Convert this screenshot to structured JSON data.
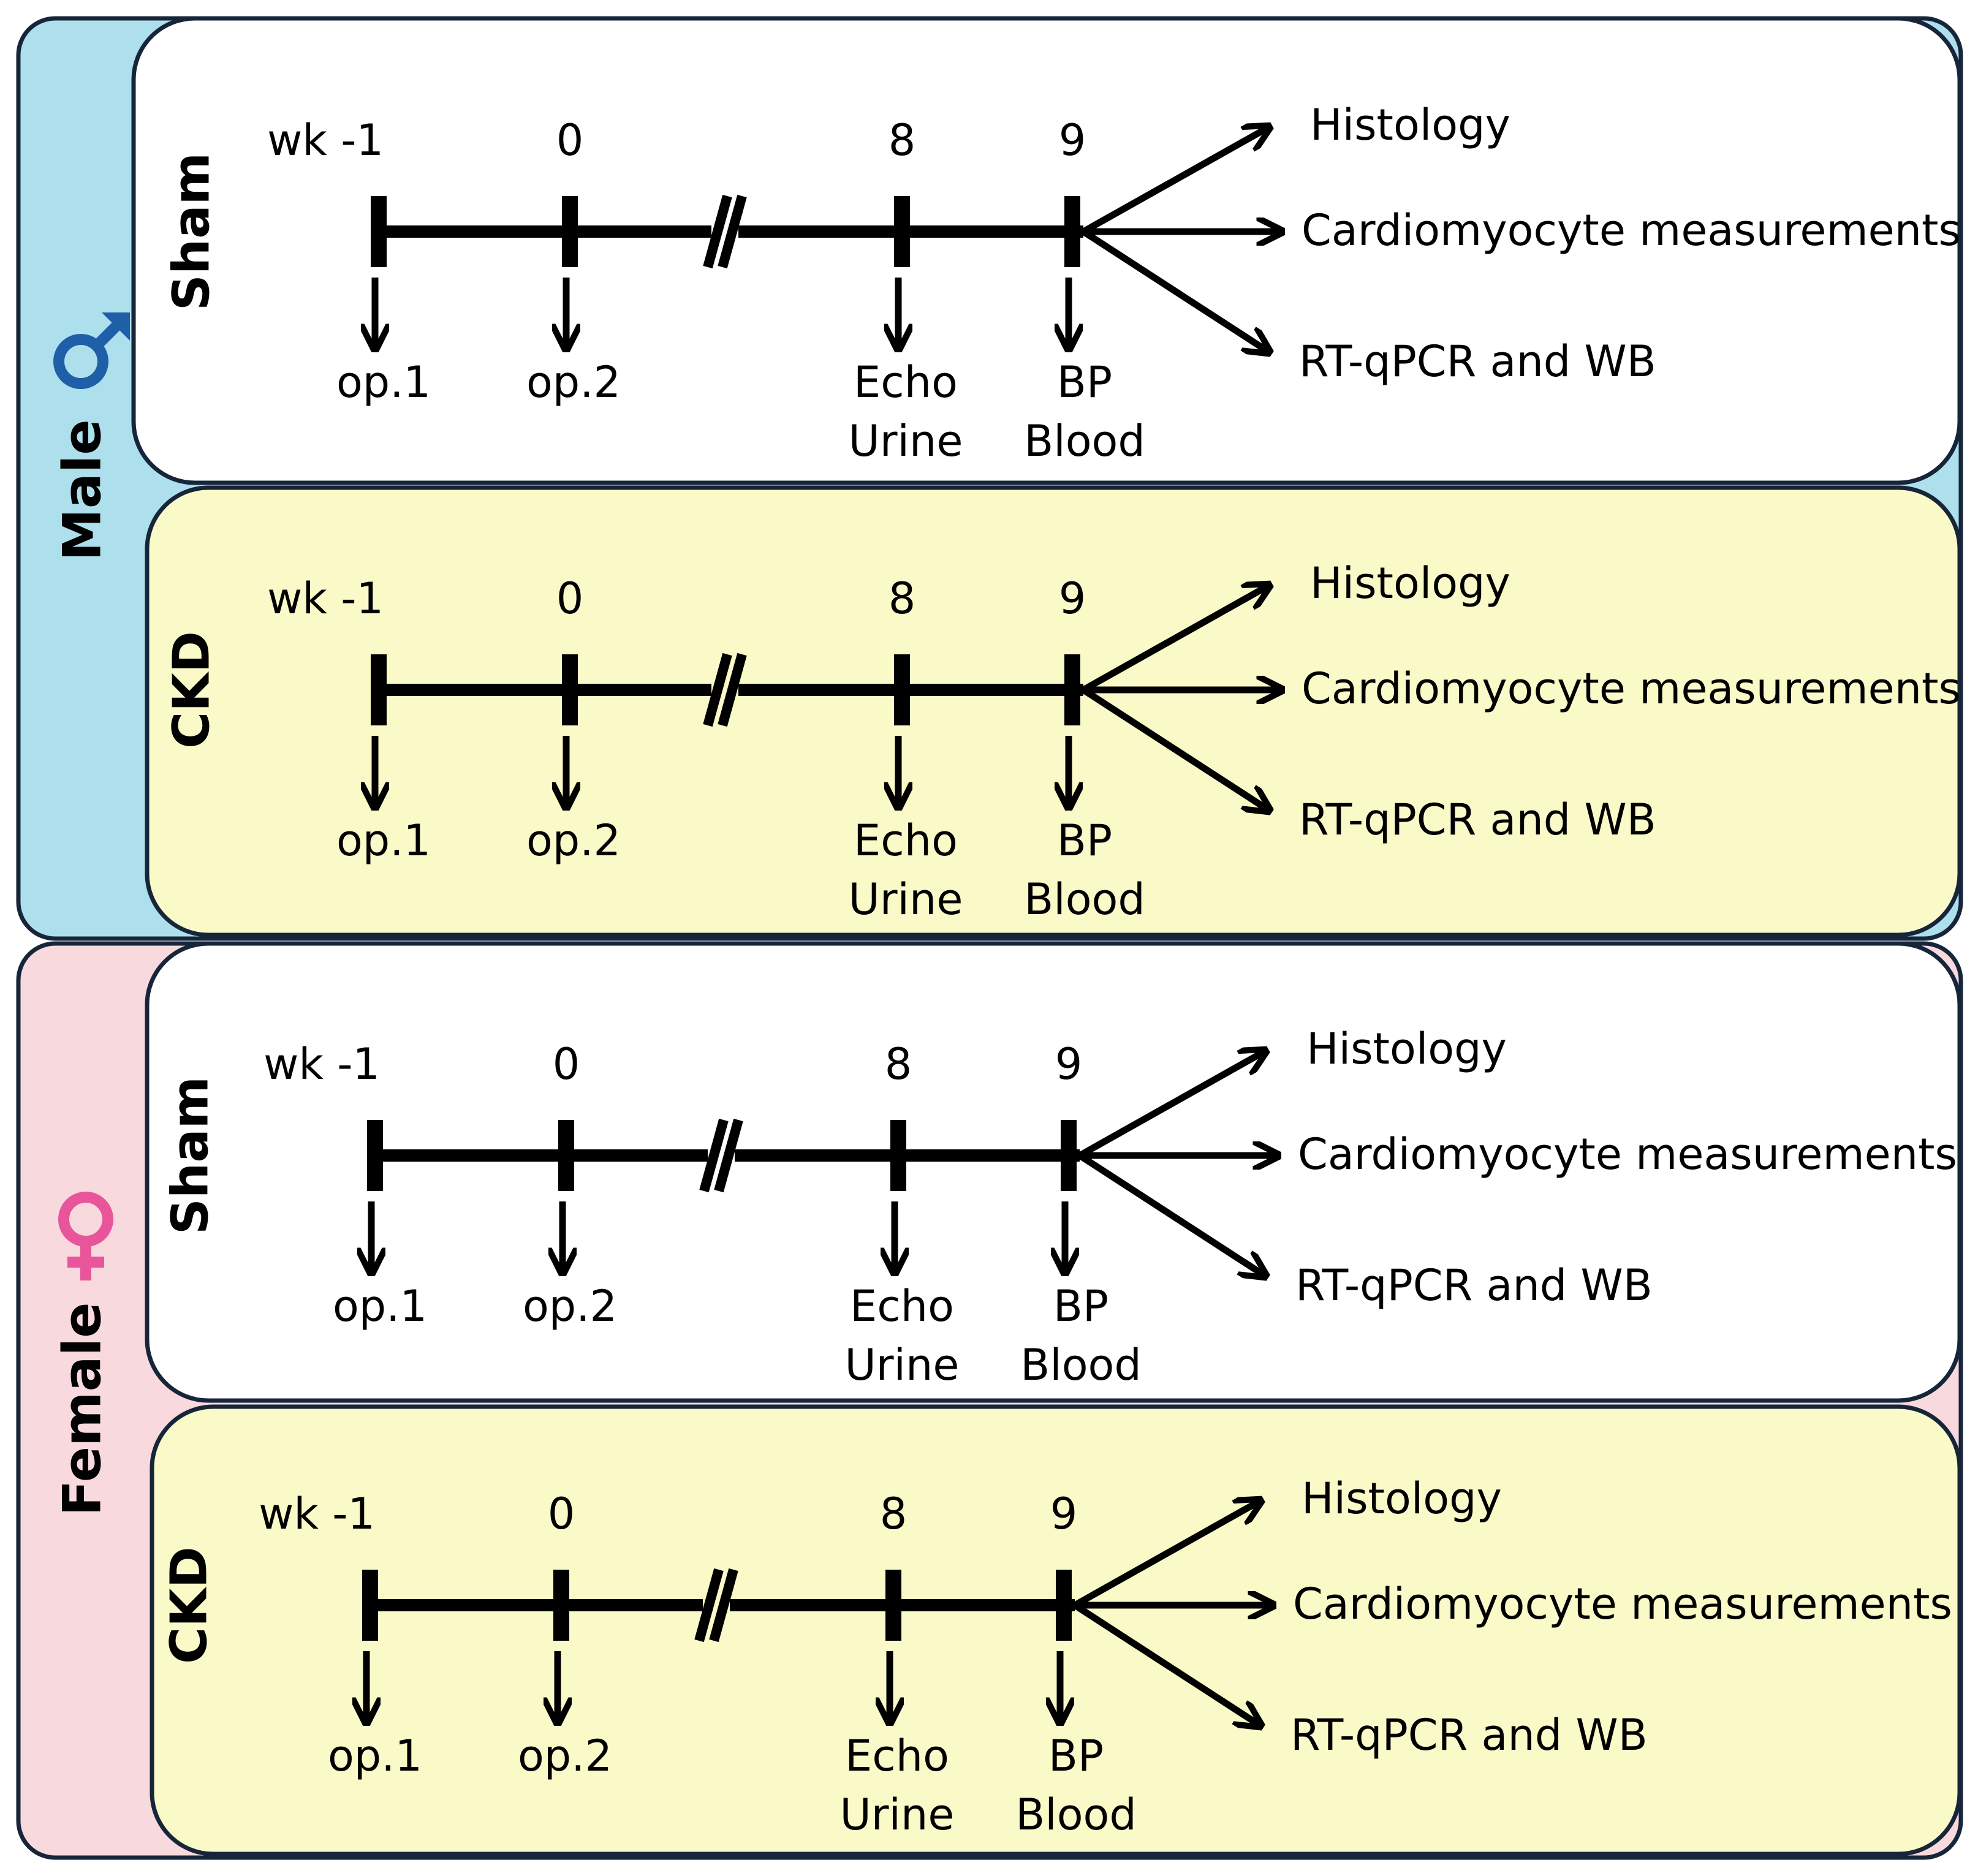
{
  "colors": {
    "male_bg": "#ade0ec",
    "female_bg": "#f8d9dd",
    "sham_bg": "#ffffff",
    "ckd_bg": "#fafac8",
    "border": "#17253a",
    "male_symbol": "#1f5fa8",
    "female_symbol": "#e8559b",
    "line": "#000000"
  },
  "groups": [
    {
      "name": "Male",
      "symbol_icon": "male-symbol-icon",
      "panels": [
        {
          "label": "Sham",
          "week_label_prefix": "wk -1",
          "weeks": [
            "0",
            "8",
            "9"
          ],
          "events": [
            {
              "lines": [
                "op.1"
              ]
            },
            {
              "lines": [
                "op.2"
              ]
            },
            {
              "lines": [
                "Echo",
                "Urine"
              ]
            },
            {
              "lines": [
                "BP",
                "Blood"
              ]
            }
          ],
          "outcomes": [
            "Histology",
            "Cardiomyocyte measurements",
            "RT-qPCR and WB"
          ]
        },
        {
          "label": "CKD",
          "week_label_prefix": "wk -1",
          "weeks": [
            "0",
            "8",
            "9"
          ],
          "events": [
            {
              "lines": [
                "op.1"
              ]
            },
            {
              "lines": [
                "op.2"
              ]
            },
            {
              "lines": [
                "Echo",
                "Urine"
              ]
            },
            {
              "lines": [
                "BP",
                "Blood"
              ]
            }
          ],
          "outcomes": [
            "Histology",
            "Cardiomyocyte measurements",
            "RT-qPCR and WB"
          ]
        }
      ]
    },
    {
      "name": "Female",
      "symbol_icon": "female-symbol-icon",
      "panels": [
        {
          "label": "Sham",
          "week_label_prefix": "wk -1",
          "weeks": [
            "0",
            "8",
            "9"
          ],
          "events": [
            {
              "lines": [
                "op.1"
              ]
            },
            {
              "lines": [
                "op.2"
              ]
            },
            {
              "lines": [
                "Echo",
                "Urine"
              ]
            },
            {
              "lines": [
                "BP",
                "Blood"
              ]
            }
          ],
          "outcomes": [
            "Histology",
            "Cardiomyocyte measurements",
            "RT-qPCR and WB"
          ]
        },
        {
          "label": "CKD",
          "week_label_prefix": "wk -1",
          "weeks": [
            "0",
            "8",
            "9"
          ],
          "events": [
            {
              "lines": [
                "op.1"
              ]
            },
            {
              "lines": [
                "op.2"
              ]
            },
            {
              "lines": [
                "Echo",
                "Urine"
              ]
            },
            {
              "lines": [
                "BP",
                "Blood"
              ]
            }
          ],
          "outcomes": [
            "Histology",
            "Cardiomyocyte measurements",
            "RT-qPCR and WB"
          ]
        }
      ]
    }
  ]
}
